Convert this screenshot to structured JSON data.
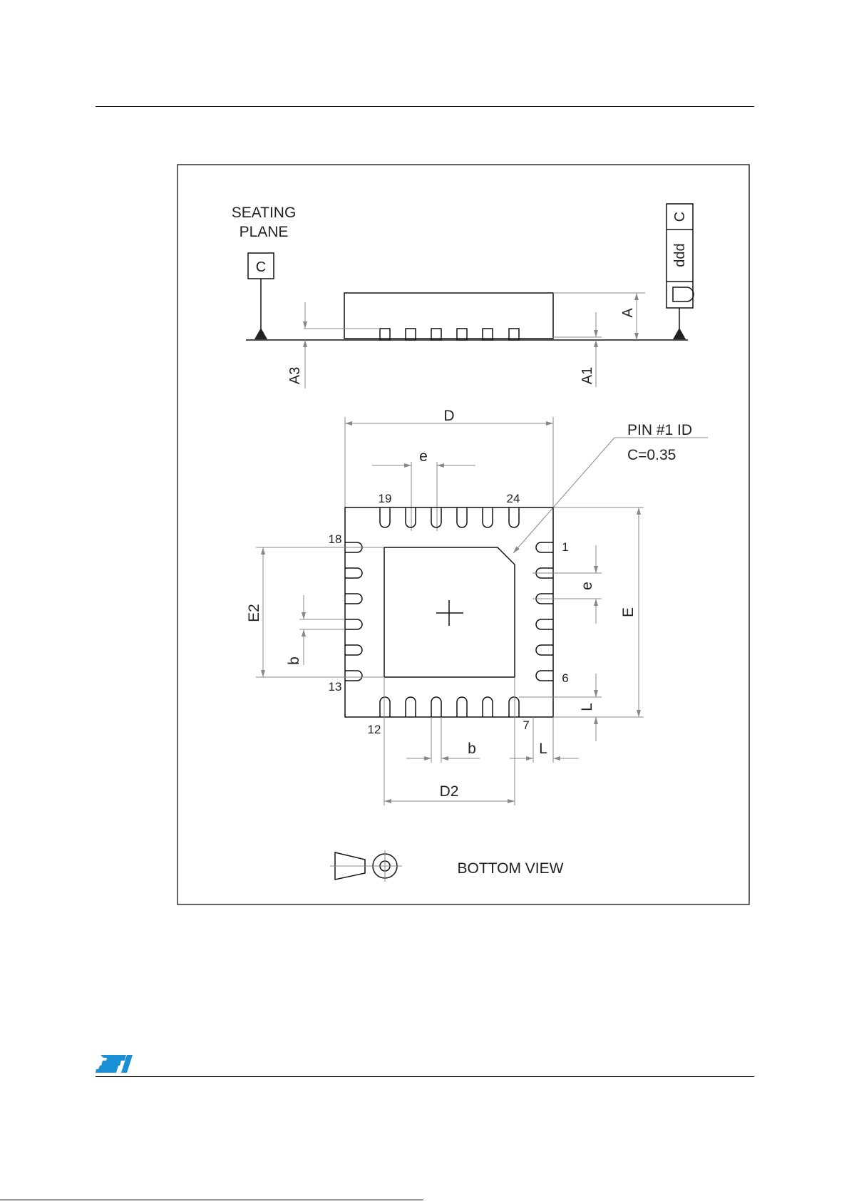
{
  "labels": {
    "seating_plane": [
      "SEATING",
      "PLANE"
    ],
    "datum": "C",
    "tolerance": {
      "symbol": "flatness",
      "value": "ddd",
      "datum": "C"
    },
    "dims": {
      "A": "A",
      "A1": "A1",
      "A3": "A3",
      "D": "D",
      "D2": "D2",
      "E": "E",
      "E2": "E2",
      "e": "e",
      "b": "b",
      "L": "L"
    },
    "pin1_id": "PIN #1 ID",
    "chamfer": "C=0.35",
    "pins": {
      "p1": "1",
      "p6": "6",
      "p7": "7",
      "p12": "12",
      "p13": "13",
      "p18": "18",
      "p19": "19",
      "p24": "24"
    },
    "view_title": "BOTTOM VIEW"
  },
  "logo": {
    "name": "st-logo",
    "text": "ST",
    "color": "#1a8fd6"
  }
}
